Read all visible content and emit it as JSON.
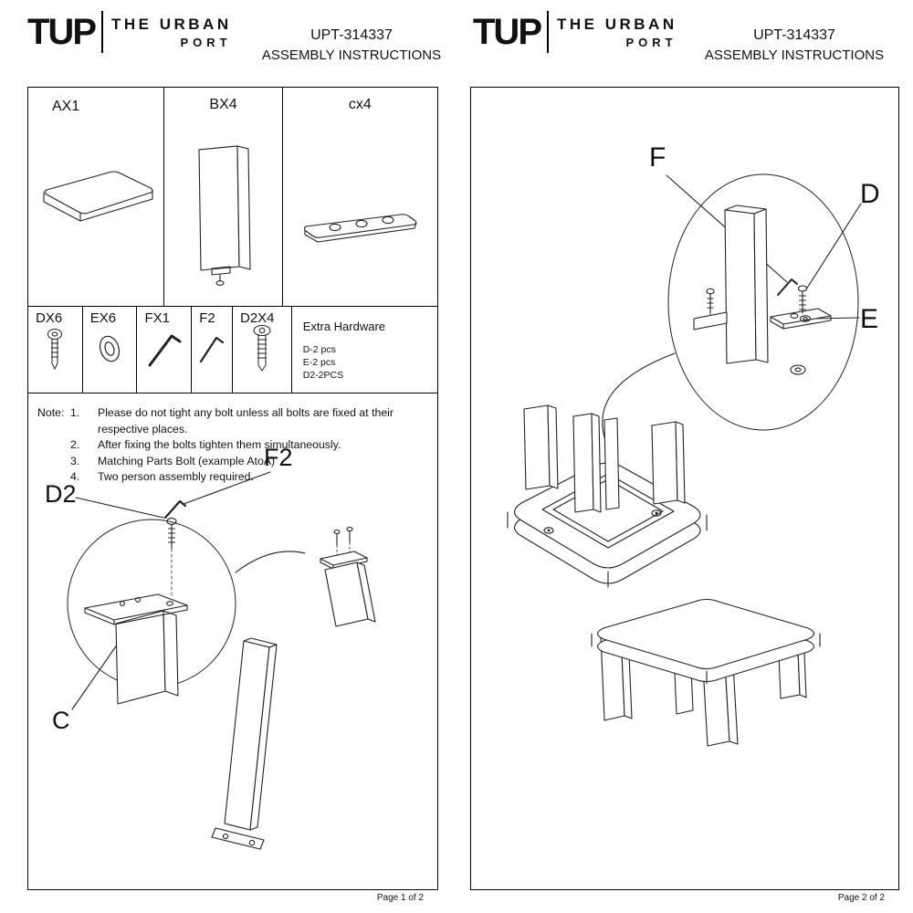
{
  "brand": {
    "logo_text": "TUP",
    "line1": "THE URBAN",
    "line2": "PORT"
  },
  "doc": {
    "model": "UPT-314337",
    "title": "ASSEMBLY INSTRUCTIONS"
  },
  "page1": {
    "parts_row1": [
      {
        "label": "AX1"
      },
      {
        "label": "BX4"
      },
      {
        "label": "cx4"
      }
    ],
    "parts_row2": [
      {
        "label": "DX6"
      },
      {
        "label": "EX6"
      },
      {
        "label": "FX1"
      },
      {
        "label": "F2"
      },
      {
        "label": "D2X4"
      }
    ],
    "extra_hardware": {
      "title": "Extra Hardware",
      "items": [
        "D-2 pcs",
        "E-2 pcs",
        "D2-2PCS"
      ]
    },
    "notes_label": "Note:",
    "notes": [
      {
        "num": "1.",
        "text": "Please do not tight any bolt unless all bolts are fixed at their respective places."
      },
      {
        "num": "2.",
        "text": "After fixing the bolts tighten them simultaneously."
      },
      {
        "num": "3.",
        "text": "Matching Parts Bolt (example AtoA)"
      },
      {
        "num": "4.",
        "text": "Two person assembly required."
      }
    ],
    "labels": {
      "f2": "F2",
      "d2": "D2",
      "c": "C"
    },
    "footer": "Page 1 of 2"
  },
  "page2": {
    "labels": {
      "f": "F",
      "d": "D",
      "e": "E"
    },
    "footer": "Page 2 of 2"
  }
}
